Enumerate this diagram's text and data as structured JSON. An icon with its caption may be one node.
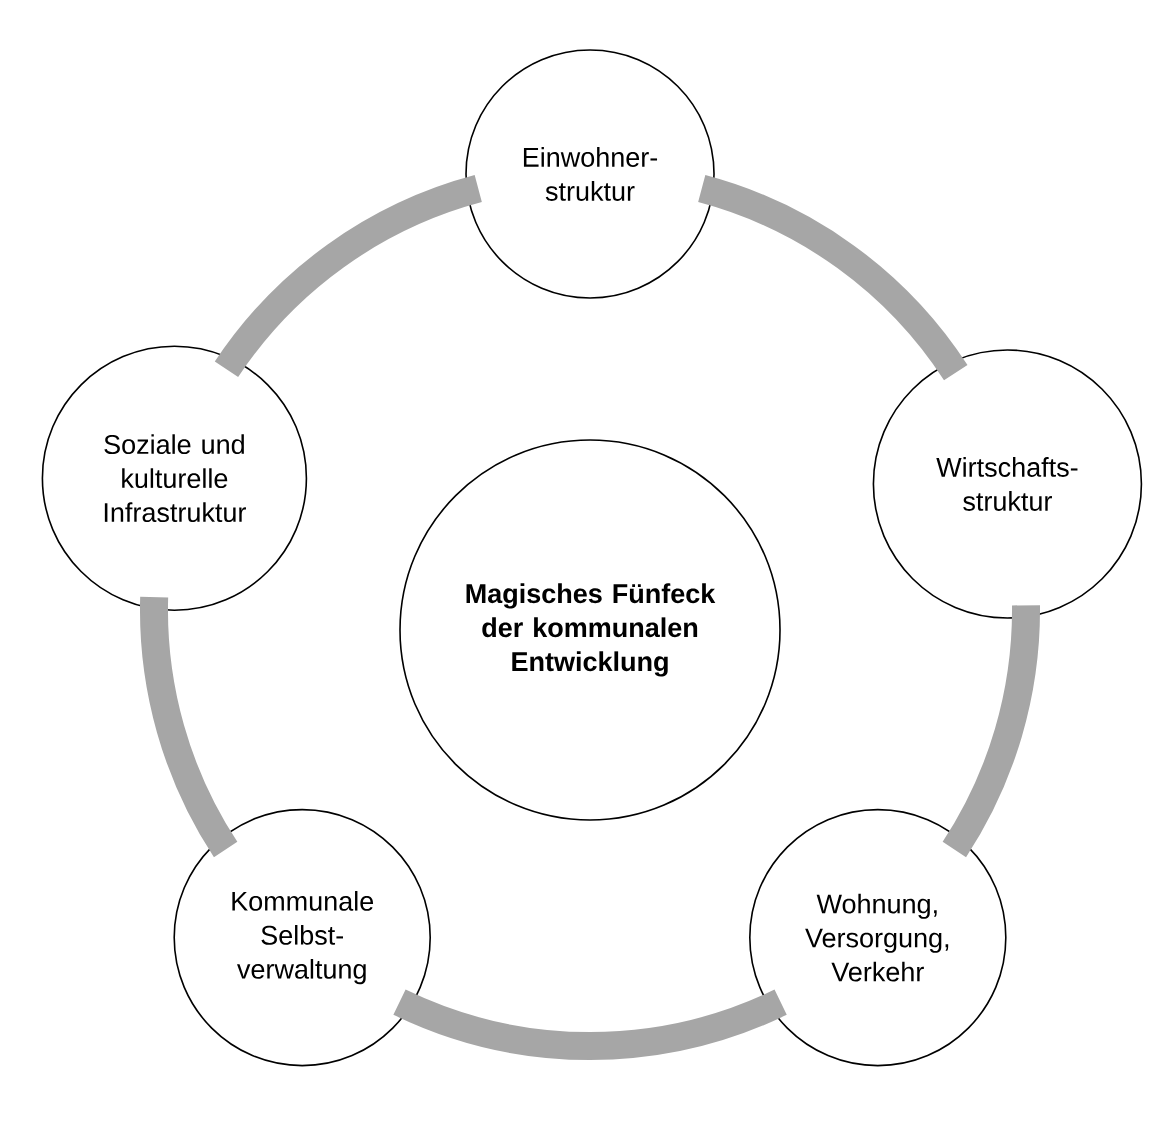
{
  "diagram": {
    "nodes": [
      {
        "text": [
          "Magisches Fünfeck der kommunalen Entwicklung"
        ]
      },
      {
        "text": [
          "Einwohner- struktur"
        ]
      },
      {
        "text": [
          "Wirtschafts- struktur"
        ]
      },
      {
        "text": [
          "Wohnung, Versorgung, Verkehr"
        ]
      },
      {
        "text": [
          "Kommunale Selbst- verwaltung"
        ]
      },
      {
        "text": [
          "Soziale und kulturelle Infrastruktur"
        ]
      }
    ],
    "edges": [
      {
        "from": 1,
        "to": 2,
        "arrow": "none"
      },
      {
        "from": 2,
        "to": 3,
        "arrow": "none"
      },
      {
        "from": 3,
        "to": 4,
        "arrow": "none"
      },
      {
        "from": 4,
        "to": 5,
        "arrow": "none"
      },
      {
        "from": 5,
        "to": 1,
        "arrow": "none"
      }
    ]
  }
}
